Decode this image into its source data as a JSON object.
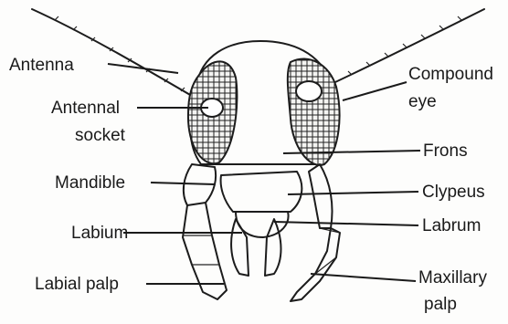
{
  "labels": {
    "antenna": "Antenna",
    "antennal_socket_1": "Antennal",
    "antennal_socket_2": "socket",
    "mandible": "Mandible",
    "labium": "Labium",
    "labial_palp": "Labial palp",
    "compound_eye_1": "Compound",
    "compound_eye_2": "eye",
    "frons": "Frons",
    "clypeus": "Clypeus",
    "labrum": "Labrum",
    "maxillary_palp_1": "Maxillary",
    "maxillary_palp_2": "palp"
  }
}
